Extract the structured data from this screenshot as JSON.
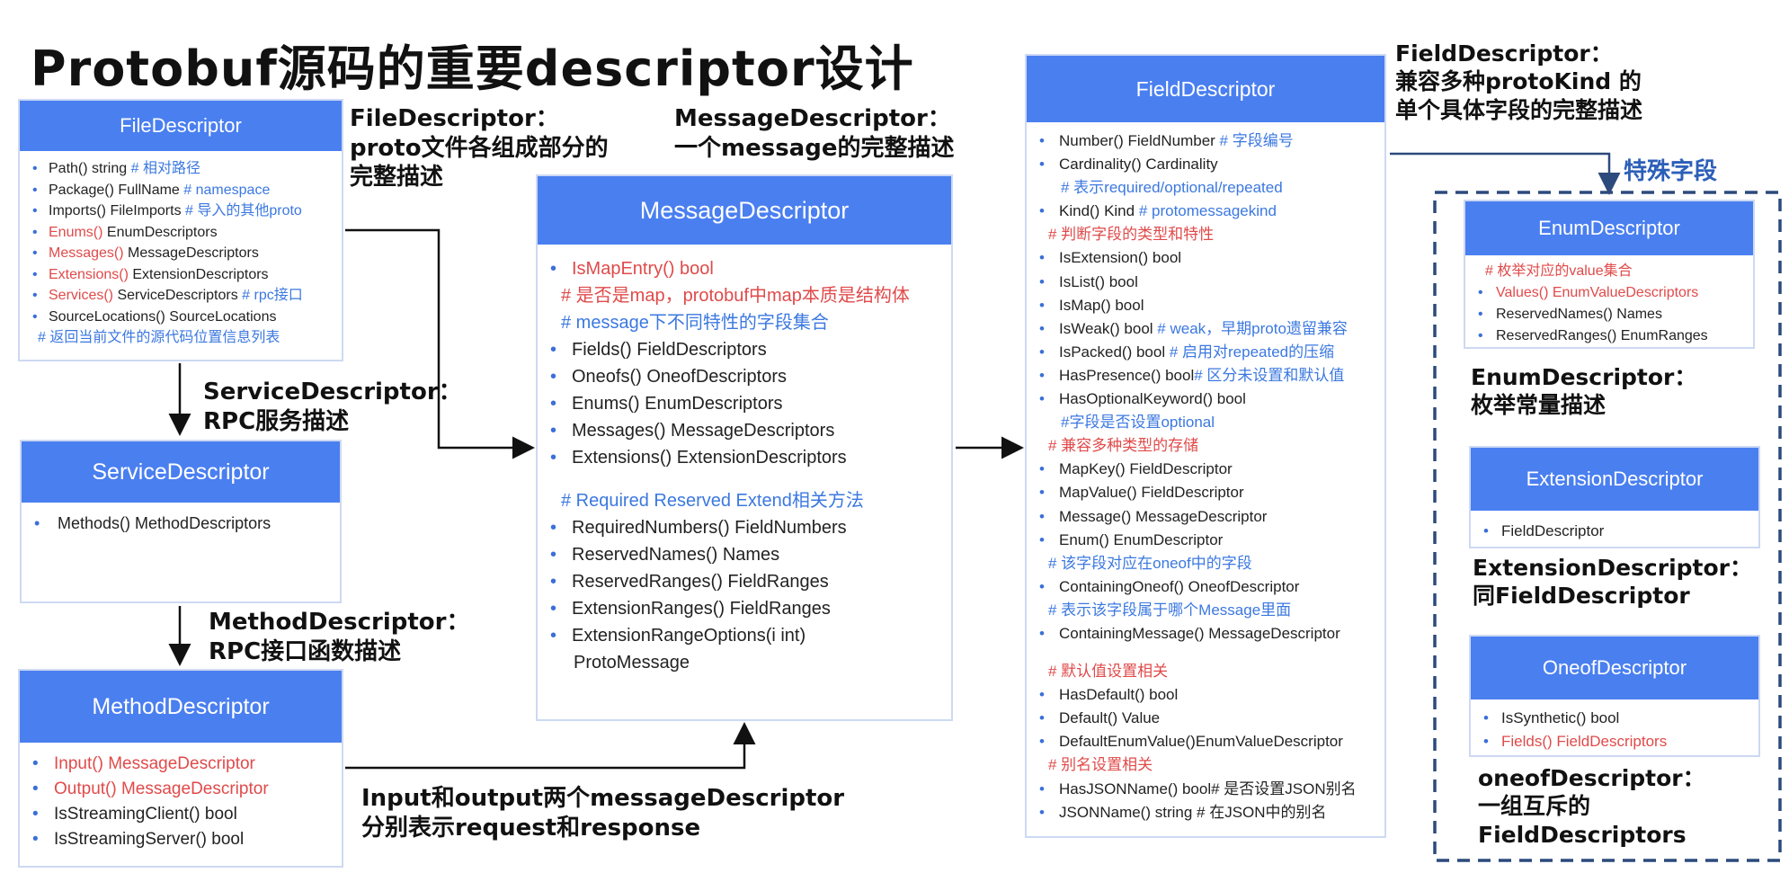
{
  "title": "Protobuf源码的重要descriptor设计",
  "file_descriptor": {
    "header": "FileDescriptor",
    "items": [
      {
        "parts": [
          {
            "t": "Path() string ",
            "s": "k"
          },
          {
            "t": "# 相对路径",
            "s": "c"
          }
        ]
      },
      {
        "parts": [
          {
            "t": "Package() FullName ",
            "s": "k"
          },
          {
            "t": "# namespace",
            "s": "c"
          }
        ]
      },
      {
        "parts": [
          {
            "t": "Imports() FileImports ",
            "s": "k"
          },
          {
            "t": "# 导入的其他proto",
            "s": "c"
          }
        ]
      },
      {
        "parts": [
          {
            "t": "Enums()",
            "s": "r"
          },
          {
            "t": " EnumDescriptors",
            "s": "k"
          }
        ]
      },
      {
        "parts": [
          {
            "t": "Messages()",
            "s": "r"
          },
          {
            "t": " MessageDescriptors",
            "s": "k"
          }
        ]
      },
      {
        "parts": [
          {
            "t": "Extensions()",
            "s": "r"
          },
          {
            "t": " ExtensionDescriptors",
            "s": "k"
          }
        ]
      },
      {
        "parts": [
          {
            "t": "Services()",
            "s": "r"
          },
          {
            "t": " ServiceDescriptors ",
            "s": "k"
          },
          {
            "t": "# rpc接口",
            "s": "c"
          }
        ]
      },
      {
        "parts": [
          {
            "t": "SourceLocations() SourceLocations",
            "s": "k"
          }
        ]
      },
      {
        "comment": true,
        "parts": [
          {
            "t": "# 返回当前文件的源代码位置信息列表",
            "s": "c"
          }
        ]
      }
    ]
  },
  "file_note": [
    "FileDescriptor：",
    "proto文件各组成部分的",
    "完整描述"
  ],
  "service_note": [
    "ServiceDescriptor：",
    "RPC服务描述"
  ],
  "service_descriptor": {
    "header": "ServiceDescriptor",
    "items": [
      {
        "parts": [
          {
            "t": "Methods() MethodDescriptors",
            "s": "k"
          }
        ]
      }
    ]
  },
  "method_note": [
    "MethodDescriptor：",
    "RPC接口函数描述"
  ],
  "method_descriptor": {
    "header": "MethodDescriptor",
    "items": [
      {
        "parts": [
          {
            "t": "Input() MessageDescriptor",
            "s": "r"
          }
        ]
      },
      {
        "parts": [
          {
            "t": "Output() MessageDescriptor",
            "s": "r"
          }
        ]
      },
      {
        "parts": [
          {
            "t": "IsStreamingClient() bool",
            "s": "k"
          }
        ]
      },
      {
        "parts": [
          {
            "t": "IsStreamingServer() bool",
            "s": "k"
          }
        ]
      }
    ]
  },
  "io_note": [
    "Input和output两个messageDescriptor",
    "分别表示request和response"
  ],
  "message_note": [
    "MessageDescriptor：",
    "一个message的完整描述"
  ],
  "message_descriptor": {
    "header": "MessageDescriptor",
    "items": [
      {
        "parts": [
          {
            "t": "IsMapEntry() bool",
            "s": "r"
          }
        ]
      },
      {
        "comment": true,
        "parts": [
          {
            "t": "# 是否是map，protobuf中map本质是结构体",
            "s": "r"
          }
        ]
      },
      {
        "comment": true,
        "parts": [
          {
            "t": "# message下不同特性的字段集合",
            "s": "c"
          }
        ]
      },
      {
        "parts": [
          {
            "t": "Fields() FieldDescriptors",
            "s": "k"
          }
        ]
      },
      {
        "parts": [
          {
            "t": "Oneofs() OneofDescriptors",
            "s": "k"
          }
        ]
      },
      {
        "parts": [
          {
            "t": "Enums() EnumDescriptors",
            "s": "k"
          }
        ]
      },
      {
        "parts": [
          {
            "t": "Messages() MessageDescriptors",
            "s": "k"
          }
        ]
      },
      {
        "parts": [
          {
            "t": "Extensions() ExtensionDescriptors",
            "s": "k"
          }
        ]
      },
      {
        "gap": true,
        "comment": true,
        "parts": [
          {
            "t": "# Required  Reserved  Extend相关方法",
            "s": "c"
          }
        ]
      },
      {
        "parts": [
          {
            "t": "RequiredNumbers() FieldNumbers",
            "s": "k"
          }
        ]
      },
      {
        "parts": [
          {
            "t": "ReservedNames() Names",
            "s": "k"
          }
        ]
      },
      {
        "parts": [
          {
            "t": "ReservedRanges() FieldRanges",
            "s": "k"
          }
        ]
      },
      {
        "parts": [
          {
            "t": "ExtensionRanges() FieldRanges",
            "s": "k"
          }
        ]
      },
      {
        "parts": [
          {
            "t": "ExtensionRangeOptions(i int)",
            "s": "k"
          }
        ]
      },
      {
        "cont": true,
        "parts": [
          {
            "t": "ProtoMessage",
            "s": "k"
          }
        ]
      }
    ]
  },
  "field_note": [
    "FieldDescriptor：",
    "兼容多种protoKind 的",
    "单个具体字段的完整描述"
  ],
  "field_descriptor": {
    "header": "FieldDescriptor",
    "items": [
      {
        "parts": [
          {
            "t": "Number() FieldNumber ",
            "s": "k"
          },
          {
            "t": "# 字段编号",
            "s": "c"
          }
        ]
      },
      {
        "parts": [
          {
            "t": "Cardinality() Cardinality",
            "s": "k"
          }
        ]
      },
      {
        "cont": true,
        "parts": [
          {
            "t": "# 表示required/optional/repeated",
            "s": "c"
          }
        ]
      },
      {
        "parts": [
          {
            "t": "Kind() Kind ",
            "s": "k"
          },
          {
            "t": "# protomessagekind",
            "s": "c"
          }
        ]
      },
      {
        "comment": true,
        "parts": [
          {
            "t": "# 判断字段的类型和特性",
            "s": "r"
          }
        ]
      },
      {
        "parts": [
          {
            "t": "IsExtension() bool",
            "s": "k"
          }
        ]
      },
      {
        "parts": [
          {
            "t": "IsList() bool",
            "s": "k"
          }
        ]
      },
      {
        "parts": [
          {
            "t": "IsMap() bool",
            "s": "k"
          }
        ]
      },
      {
        "parts": [
          {
            "t": "IsWeak() bool ",
            "s": "k"
          },
          {
            "t": "# weak，早期proto遗留兼容",
            "s": "c"
          }
        ]
      },
      {
        "parts": [
          {
            "t": "IsPacked() bool ",
            "s": "k"
          },
          {
            "t": "# 启用对repeated的压缩",
            "s": "c"
          }
        ]
      },
      {
        "parts": [
          {
            "t": "HasPresence() bool",
            "s": "k"
          },
          {
            "t": "# 区分未设置和默认值",
            "s": "c"
          }
        ]
      },
      {
        "parts": [
          {
            "t": "HasOptionalKeyword() bool",
            "s": "k"
          }
        ]
      },
      {
        "cont": true,
        "parts": [
          {
            "t": "#字段是否设置optional",
            "s": "c"
          }
        ]
      },
      {
        "comment": true,
        "parts": [
          {
            "t": "# 兼容多种类型的存储",
            "s": "r"
          }
        ]
      },
      {
        "parts": [
          {
            "t": "MapKey() FieldDescriptor",
            "s": "k"
          }
        ]
      },
      {
        "parts": [
          {
            "t": "MapValue() FieldDescriptor",
            "s": "k"
          }
        ]
      },
      {
        "parts": [
          {
            "t": "Message() MessageDescriptor",
            "s": "k"
          }
        ]
      },
      {
        "parts": [
          {
            "t": "Enum() EnumDescriptor",
            "s": "k"
          }
        ]
      },
      {
        "comment": true,
        "parts": [
          {
            "t": "# 该字段对应在oneof中的字段",
            "s": "c"
          }
        ]
      },
      {
        "parts": [
          {
            "t": "ContainingOneof() OneofDescriptor",
            "s": "k"
          }
        ]
      },
      {
        "comment": true,
        "parts": [
          {
            "t": "# 表示该字段属于哪个Message里面",
            "s": "c"
          }
        ]
      },
      {
        "parts": [
          {
            "t": "ContainingMessage() MessageDescriptor",
            "s": "k"
          }
        ]
      },
      {
        "gap": true,
        "comment": true,
        "parts": [
          {
            "t": "# 默认值设置相关",
            "s": "r"
          }
        ]
      },
      {
        "parts": [
          {
            "t": "HasDefault() bool",
            "s": "k"
          }
        ]
      },
      {
        "parts": [
          {
            "t": "Default() Value",
            "s": "k"
          }
        ]
      },
      {
        "parts": [
          {
            "t": "DefaultEnumValue()EnumValueDescriptor",
            "s": "k"
          }
        ]
      },
      {
        "comment": true,
        "parts": [
          {
            "t": "# 别名设置相关",
            "s": "r"
          }
        ]
      },
      {
        "parts": [
          {
            "t": "HasJSONName() bool",
            "s": "k"
          },
          {
            "t": "# 是否设置JSON别名",
            "s": "k"
          }
        ]
      },
      {
        "parts": [
          {
            "t": "JSONName() string # 在JSON中的别名",
            "s": "k"
          }
        ]
      }
    ]
  },
  "special_label": "特殊字段",
  "enum_descriptor": {
    "header": "EnumDescriptor",
    "items": [
      {
        "comment": true,
        "parts": [
          {
            "t": "# 枚举对应的value集合",
            "s": "r"
          }
        ]
      },
      {
        "parts": [
          {
            "t": "Values() EnumValueDescriptors",
            "s": "r"
          }
        ]
      },
      {
        "parts": [
          {
            "t": "ReservedNames() Names",
            "s": "k"
          }
        ]
      },
      {
        "parts": [
          {
            "t": "ReservedRanges() EnumRanges",
            "s": "k"
          }
        ]
      }
    ]
  },
  "enum_note": [
    "EnumDescriptor：",
    "枚举常量描述"
  ],
  "extension_descriptor": {
    "header": "ExtensionDescriptor",
    "items": [
      {
        "parts": [
          {
            "t": "FieldDescriptor",
            "s": "k"
          }
        ]
      }
    ]
  },
  "extension_note": [
    "ExtensionDescriptor：",
    "同FieldDescriptor"
  ],
  "oneof_descriptor": {
    "header": "OneofDescriptor",
    "items": [
      {
        "parts": [
          {
            "t": "IsSynthetic() bool",
            "s": "k"
          }
        ]
      },
      {
        "parts": [
          {
            "t": "Fields() FieldDescriptors",
            "s": "r"
          }
        ]
      }
    ]
  },
  "oneof_note": [
    "oneofDescriptor：",
    "一组互斥的",
    "FieldDescriptors"
  ],
  "colors": {
    "header": "#4a7ff0",
    "comment": "#3b78e0",
    "accent_red": "#e04a4a",
    "border": "#cdd9f3",
    "dashed": "#2c4a7c"
  }
}
